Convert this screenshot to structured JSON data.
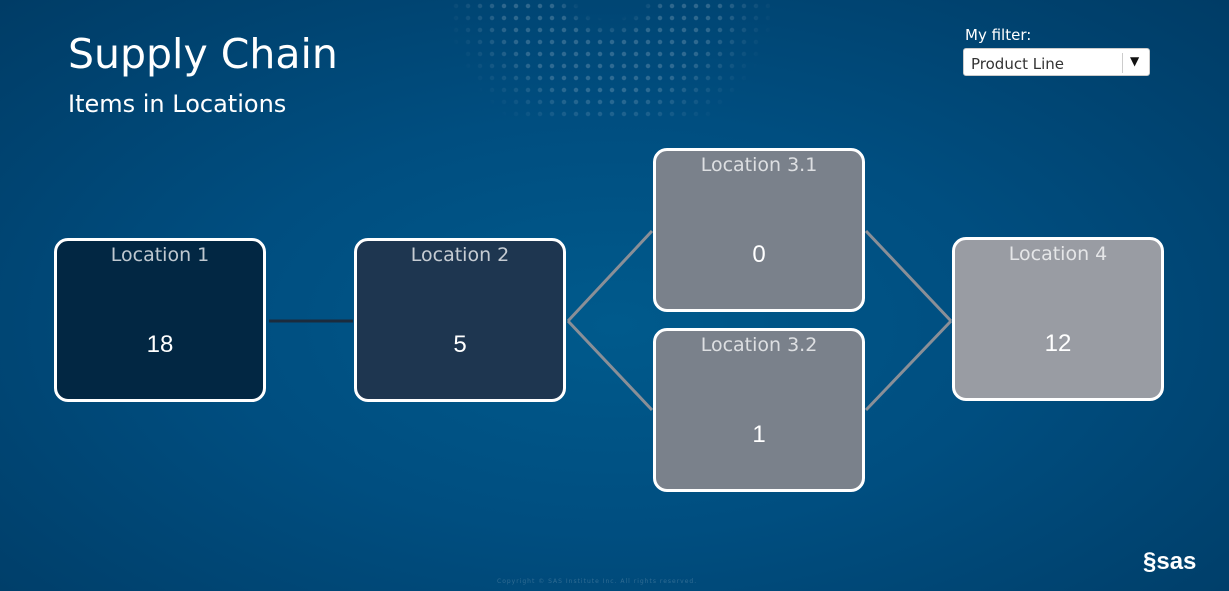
{
  "header": {
    "title": "Supply Chain",
    "subtitle": "Items in Locations"
  },
  "filter": {
    "label": "My filter:",
    "value": "Product Line"
  },
  "locations": [
    {
      "name": "Location 1",
      "count": "18",
      "color": "#022743"
    },
    {
      "name": "Location 2",
      "count": "5",
      "color": "#1e3650"
    },
    {
      "name": "Location 3.1",
      "count": "0",
      "color": "#7a818b"
    },
    {
      "name": "Location 3.2",
      "count": "1",
      "color": "#7a818b"
    },
    {
      "name": "Location 4",
      "count": "12",
      "color": "#999ca3"
    }
  ],
  "footer": {
    "copyright": "Copyright © SAS Institute Inc. All rights reserved.",
    "logo": "sas"
  }
}
